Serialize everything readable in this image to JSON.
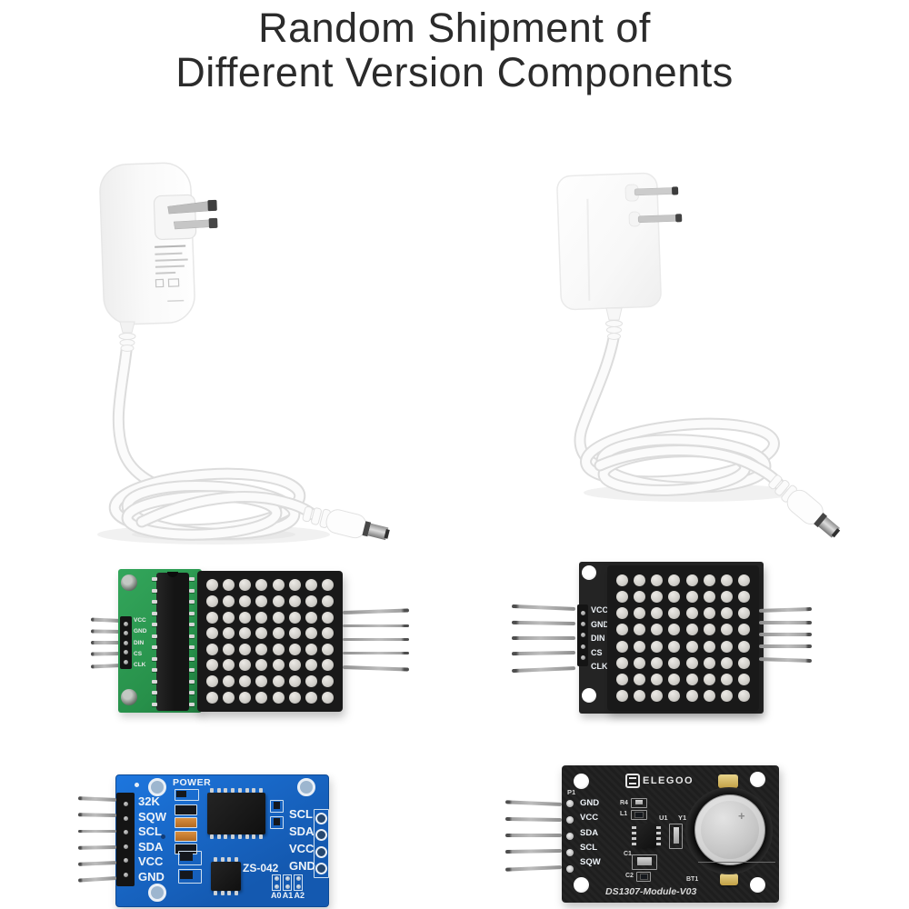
{
  "title": {
    "line1": "Random Shipment of",
    "line2": "Different Version Components"
  },
  "colors": {
    "background": "#ffffff",
    "title_text": "#2b2b2b",
    "pcb_green": "#2f9b52",
    "pcb_blue": "#1668cc",
    "pcb_black": "#232323",
    "matrix_panel": "#191919",
    "led_dot_off": "#d6d3cf",
    "pin_metal": "#a0a0a0",
    "silkscreen_white": "#eef3f8",
    "adapter_white": "#fbfbfb"
  },
  "matrix_module_green": {
    "pin_labels": [
      "VCC",
      "GND",
      "DIN",
      "CS",
      "CLK"
    ],
    "led_grid": {
      "rows": 8,
      "cols": 8
    },
    "left_pin_count": 5,
    "right_pin_count": 5,
    "chip_leg_count": 12,
    "header_joint_count": 5
  },
  "matrix_module_black": {
    "pin_labels": [
      "VCC",
      "GND",
      "DIN",
      "CS",
      "CLK"
    ],
    "led_grid": {
      "rows": 8,
      "cols": 8
    },
    "left_pin_count": 5,
    "right_pin_count": 5,
    "header_joint_count": 5
  },
  "rtc_module_blue": {
    "power_label": "POWER",
    "left_pin_labels": [
      "32K",
      "SQW",
      "SCL",
      "SDA",
      "VCC",
      "GND"
    ],
    "right_pin_labels": [
      "SCL",
      "SDA",
      "VCC",
      "GND"
    ],
    "model": "ZS-042",
    "address_labels": [
      "A0",
      "A1",
      "A2"
    ],
    "address_pad_count": 3,
    "left_pin_count": 6,
    "header_joint_count": 6,
    "ic_leg_count": 8,
    "eeprom_leg_count": 4,
    "right_hole_count": 4
  },
  "rtc_module_black": {
    "brand": "ELEGOO",
    "left_pin_labels": [
      "GND",
      "VCC",
      "SDA",
      "SCL",
      "SQW"
    ],
    "model": "DS1307-Module-V03",
    "battery_polarity": "+",
    "designators": {
      "p1": "P1",
      "u1": "U1",
      "y1": "Y1",
      "c1": "C1",
      "c2": "C2",
      "r4": "R4",
      "l1": "L1",
      "bt1": "BT1"
    },
    "left_pin_count": 5,
    "header_pad_count": 5,
    "soic_leg_count": 4
  }
}
